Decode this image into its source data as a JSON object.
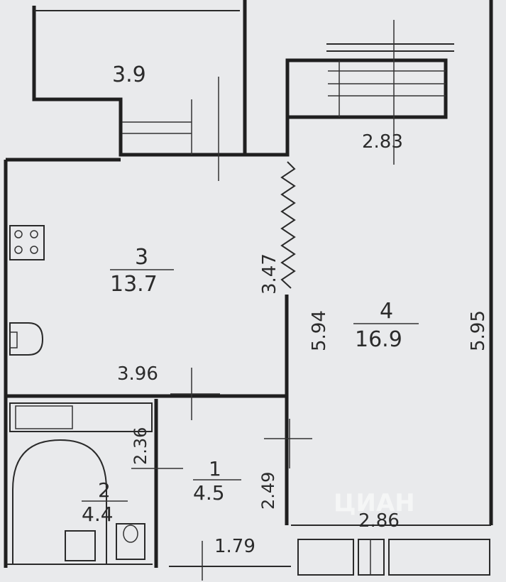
{
  "plan": {
    "rooms": [
      {
        "id": "balcony",
        "area": "3.9"
      },
      {
        "id": "kitchen",
        "number": "3",
        "area": "13.7"
      },
      {
        "id": "living",
        "number": "4",
        "area": "16.9"
      },
      {
        "id": "bathroom",
        "number": "2",
        "area": "4.4"
      },
      {
        "id": "hall",
        "number": "1",
        "area": "4.5"
      }
    ],
    "dimensions": {
      "top_right": "2.83",
      "kitchen_side": "3.47",
      "living_left": "5.94",
      "living_right": "5.95",
      "kitchen_bottom": "3.96",
      "bath_side": "2.36",
      "hall_side": "2.49",
      "living_bottom": "2.86",
      "hall_bottom": "1.79"
    },
    "watermark": "ЦИАН",
    "colors": {
      "wall": "#1f1f1f",
      "paper": "#e9eaec",
      "ink": "#2b2b2b"
    }
  }
}
